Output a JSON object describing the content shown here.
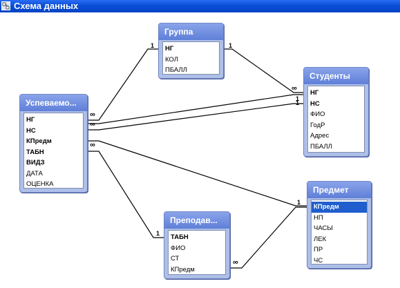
{
  "window": {
    "title": "Схема данных"
  },
  "tables": {
    "gruppa": {
      "title": "Группа",
      "fields": [
        "НГ",
        "КОЛ",
        "ПБАЛЛ"
      ],
      "key_fields": [
        0
      ]
    },
    "studenty": {
      "title": "Студенты",
      "fields": [
        "НГ",
        "НС",
        "ФИО",
        "ГодР",
        "Адрес",
        "ПБАЛЛ"
      ],
      "key_fields": [
        0,
        1
      ]
    },
    "uspevaemo": {
      "title": "Успеваемо...",
      "fields": [
        "НГ",
        "НС",
        "КПредм",
        "ТАБН",
        "ВИДЗ",
        "ДАТА",
        "ОЦЕНКА"
      ],
      "key_fields": [
        0,
        1,
        2,
        3,
        4
      ]
    },
    "predmet": {
      "title": "Предмет",
      "fields": [
        "КПредм",
        "НП",
        "ЧАСЫ",
        "ЛЕК",
        "ПР",
        "ЧС"
      ],
      "key_fields": [
        0
      ],
      "selected_field": 0
    },
    "prepodav": {
      "title": "Преподав...",
      "fields": [
        "ТАБН",
        "ФИО",
        "СТ",
        "КПредм"
      ],
      "key_fields": [
        0
      ]
    }
  },
  "relation_labels": {
    "one": "1",
    "many": "∞"
  }
}
